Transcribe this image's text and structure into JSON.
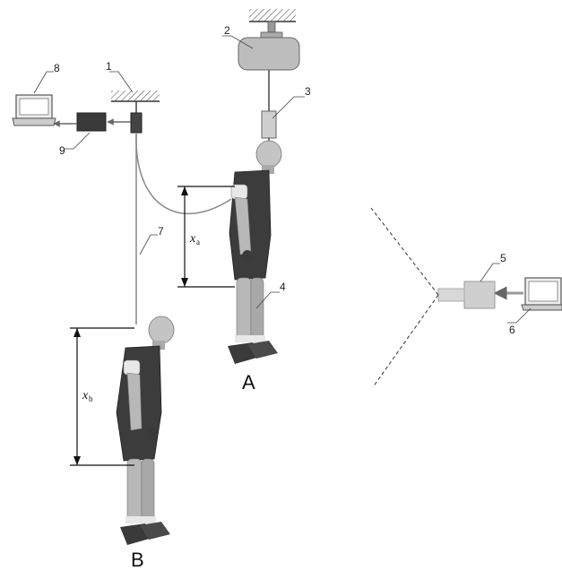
{
  "labels": {
    "n1": "1",
    "n2": "2",
    "n3": "3",
    "n4": "4",
    "n5": "5",
    "n6": "6",
    "n7": "7",
    "n8": "8",
    "n9": "9",
    "pos_a": "A",
    "pos_b": "B",
    "xa_sym": "x",
    "xa_sub": "a",
    "xb_sym": "x",
    "xb_sub": "b"
  },
  "colors": {
    "line": "#555555",
    "device": "#9a9a9a",
    "device_light": "#cfcfcf",
    "box_dark": "#3a3a3a",
    "suit": "#3c3c3c",
    "skin": "#b8b8b8"
  }
}
